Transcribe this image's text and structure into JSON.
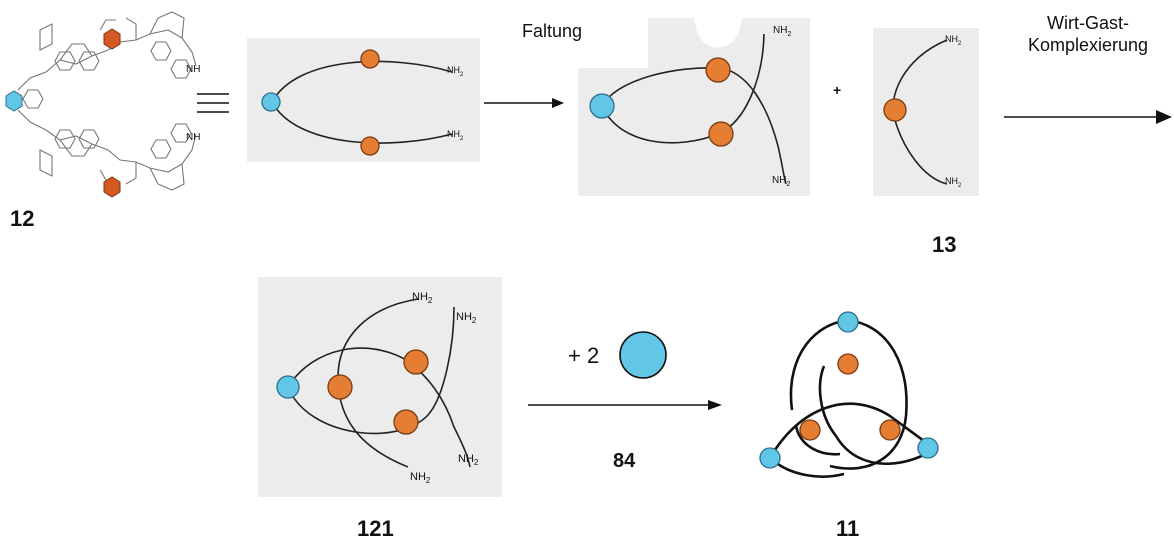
{
  "compounds": {
    "c12": "12",
    "c13": "13",
    "c121": "121",
    "c11": "11",
    "c84": "84"
  },
  "arrows": {
    "folding_label": "Faltung",
    "host_guest_label_line1": "Wirt-Gast-",
    "host_guest_label_line2": "Komplexierung",
    "plus_sign": "+",
    "reagent_prefix": "+ 2"
  },
  "end_groups": {
    "amine": "NH2"
  },
  "colors": {
    "orange_bead": "#e57d33",
    "blue_bead": "#62c6e7",
    "panel_background": "#ececec"
  }
}
